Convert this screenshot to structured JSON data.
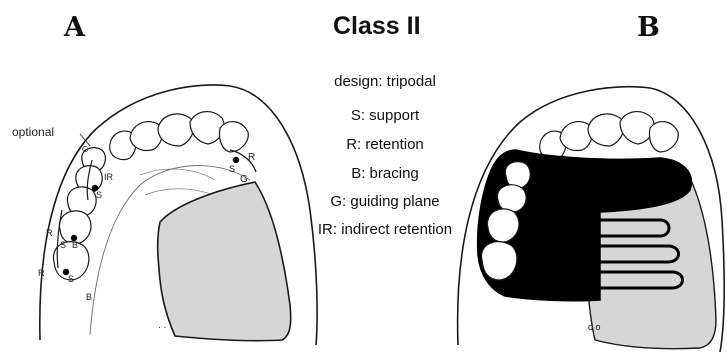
{
  "panels": {
    "left_letter": "A",
    "right_letter": "B"
  },
  "title": "Class II",
  "legend": {
    "design": "design: tripodal",
    "items": [
      "S: support",
      "R: retention",
      "B: bracing",
      "G: guiding plane",
      "IR: indirect retention"
    ]
  },
  "annotations": {
    "optional": "optional",
    "S": "S",
    "R": "R",
    "B": "B",
    "G": "G",
    "IR": "IR"
  },
  "colors": {
    "line": "#1a1a1a",
    "tissue_fill": "#d6d6d6",
    "framework": "#000000",
    "paper": "#ffffff"
  }
}
